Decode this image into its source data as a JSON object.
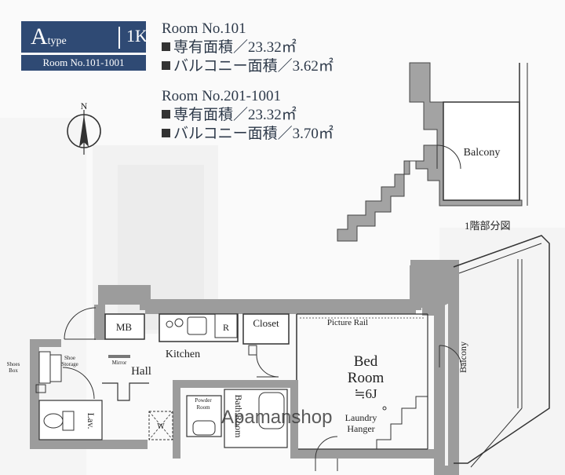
{
  "badge": {
    "type_letter": "A",
    "type_word": "type",
    "layout": "1K",
    "rooms": "Room No.101-1001"
  },
  "room_101": {
    "title": "Room No.101",
    "area": "専有面積／23.32㎡",
    "balcony": "バルコニー面積／3.62㎡"
  },
  "room_201": {
    "title": "Room No.201-1001",
    "area": "専有面積／23.32㎡",
    "balcony": "バルコニー面積／3.70㎡"
  },
  "compass": {
    "north": "N"
  },
  "partial_plan_caption": "1階部分図",
  "labels": {
    "balcony_upper": "Balcony",
    "balcony_side": "Balcony",
    "mb": "MB",
    "kitchen": "Kitchen",
    "hall": "Hall",
    "closet": "Closet",
    "picture_rail": "Picture Rail",
    "bed_room_1": "Bed",
    "bed_room_2": "Room",
    "bed_room_size": "≒6J",
    "laundry_1": "Laundry",
    "laundry_2": "Hanger",
    "shoes_box_1": "Shoes",
    "shoes_box_2": "Box",
    "shoe_storage_1": "Shoe",
    "shoe_storage_2": "Storage",
    "mirror": "Mirror",
    "lav": "Lav.",
    "bath_room": "Bath Room",
    "powder_room_1": "Powder",
    "powder_room_2": "Room",
    "washer": "W",
    "refrigerator": "R"
  },
  "watermark": "Apamanshop",
  "colors": {
    "badge": "#2f4a74",
    "wall": "#9a9a9a",
    "outline": "#333333"
  }
}
